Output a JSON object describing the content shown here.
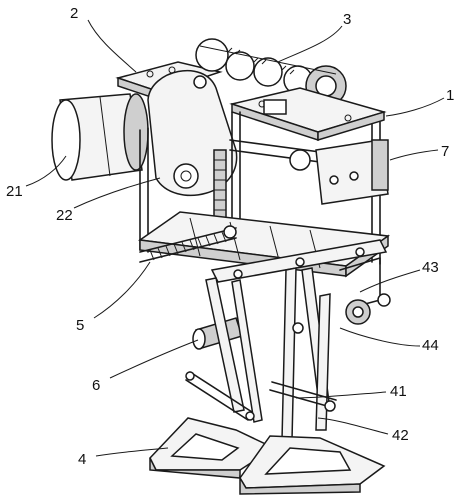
{
  "labels": [
    {
      "id": "2",
      "text": "2"
    },
    {
      "id": "3",
      "text": "3"
    },
    {
      "id": "1",
      "text": "1"
    },
    {
      "id": "7",
      "text": "7"
    },
    {
      "id": "21",
      "text": "21"
    },
    {
      "id": "22",
      "text": "22"
    },
    {
      "id": "43",
      "text": "43"
    },
    {
      "id": "5",
      "text": "5"
    },
    {
      "id": "44",
      "text": "44"
    },
    {
      "id": "6",
      "text": "6"
    },
    {
      "id": "41",
      "text": "41"
    },
    {
      "id": "42",
      "text": "42"
    },
    {
      "id": "4",
      "text": "4"
    }
  ],
  "colors": {
    "line": "#1a1a1a",
    "face": "#f4f4f4",
    "shade": "#cfcfcf",
    "background": "#ffffff"
  }
}
